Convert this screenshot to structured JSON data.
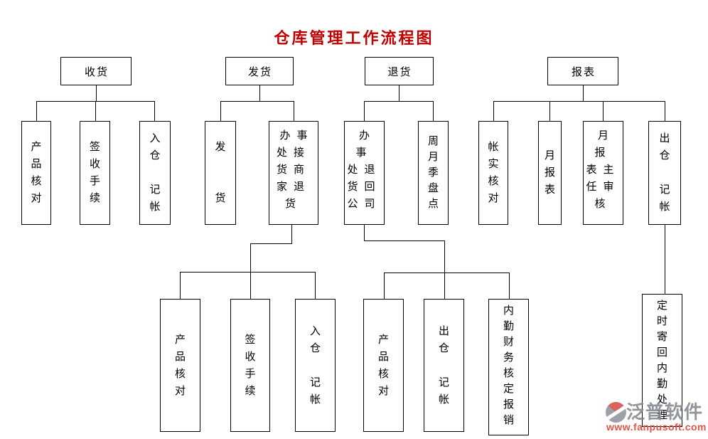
{
  "title": "仓库管理工作流程图",
  "colors": {
    "title_red": "#c00000",
    "line_black": "#000000",
    "box_border": "#000000",
    "background": "#ffffff",
    "watermark_gray": "#82888f",
    "watermark_red": "#e0544a"
  },
  "nodes": {
    "shouhuo": "收货",
    "fahuo": "发货",
    "tuihuo": "退货",
    "baobiao": "报表",
    "l2_chanpin_hedui": "产\n品\n核\n对",
    "l2_qianshou_shouxu": "签\n收\n手\n续",
    "l2_rucang_jizhang": "入\n仓\n\n记\n帐",
    "l2_fa_huo": "发\n\n\n货",
    "l2_banshichu_jiehuo": "办事\n处接\n货商\n家退\n货",
    "l2_banshichu_tuihuo": "办事\n处退\n货回\n公司",
    "l2_zhouyueji_pandian": "周\n月\n季\n盘\n点",
    "l2_zhangshi_hedui": "帐\n实\n核\n对",
    "l2_yuebaobiao": "月\n报\n表",
    "l2_yuebaobiao_shenhe": "月报\n表主\n任审\n核",
    "l2_chucang_jizhang": "出\n仓\n\n记\n帐",
    "l3_chanpin_hedui_1": "产\n品\n核\n对",
    "l3_qianshou_shouxu": "签\n收\n手\n续",
    "l3_rucang_jizhang": "入\n仓\n\n记\n帐",
    "l3_chanpin_hedui_2": "产\n品\n核\n对",
    "l3_chucang_jizhang": "出\n仓\n\n记\n帐",
    "l3_neiqin_caiwu": "内\n勤\n财\n务\n核\n定\n报\n销",
    "l3_dingshi_jihui": "定\n时\n寄\n回\n内\n勤\n处\n理"
  },
  "structure": {
    "收货": [
      "产品核对",
      "签收手续",
      "入仓记帐"
    ],
    "发货": [
      "发货",
      {
        "办事处接货商家退货": [
          "产品核对",
          "签收手续",
          "入仓记帐"
        ]
      }
    ],
    "退货": [
      {
        "办事处退货回公司": [
          "产品核对",
          "出仓记帐",
          "内勤财务核定报销"
        ]
      },
      "周月季盘点"
    ],
    "报表": [
      "帐实核对",
      "月报表",
      "月报表主任审核",
      {
        "出仓记帐": [
          "定时寄回内勤处理"
        ]
      }
    ]
  },
  "watermark": {
    "brand": "泛普软件",
    "url": "www.fanpusoft.com"
  }
}
